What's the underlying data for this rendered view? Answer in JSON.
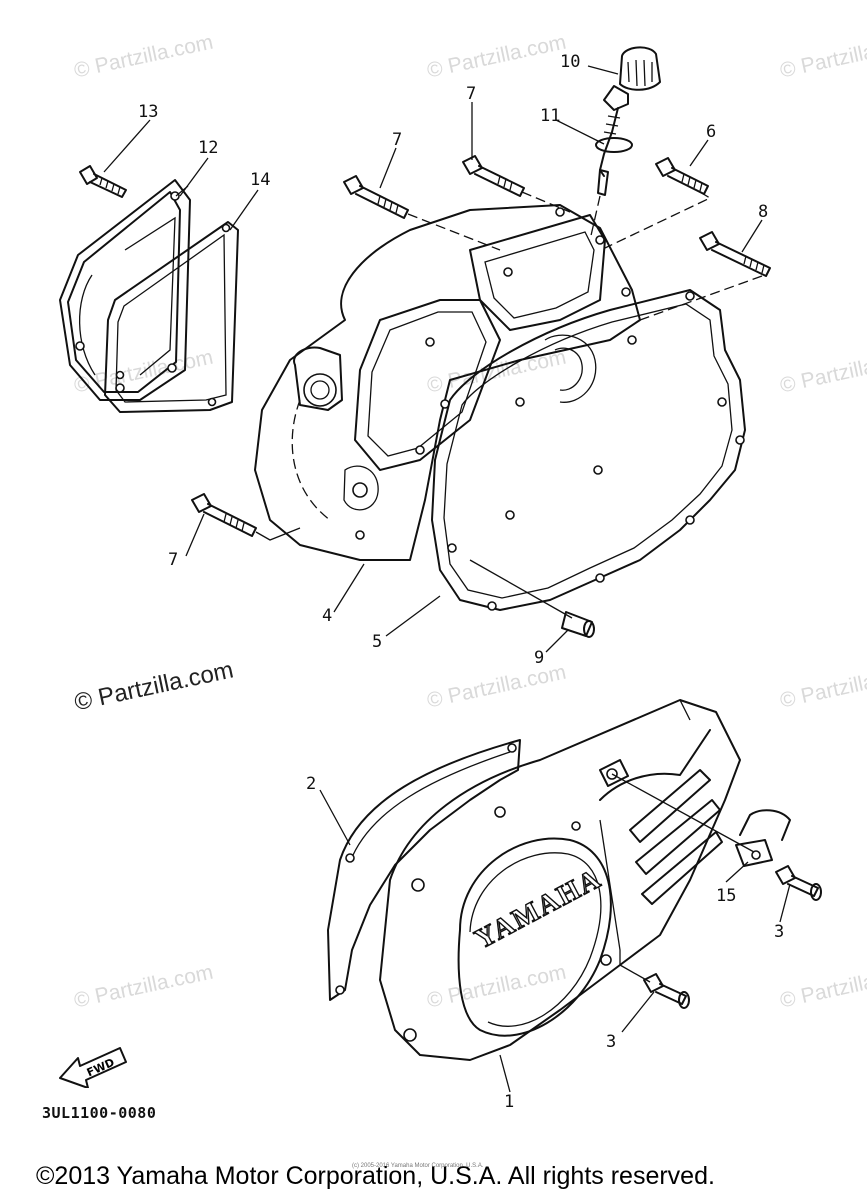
{
  "watermark": "© Partzilla.com",
  "watermark_featured": "© Partzilla.com",
  "diagram_code": "3UL1100-0080",
  "cover_logo": "YAMAHA",
  "fwd_label": "FWD",
  "small_credit": "(c) 2005-2016 Yamaha Motor Corporation, U.S.A.",
  "copyright": "©2013 Yamaha Motor Corporation, U.S.A. All rights reserved.",
  "callouts": {
    "c1": "1",
    "c2": "2",
    "c3a": "3",
    "c3b": "3",
    "c4": "4",
    "c5": "5",
    "c6": "6",
    "c7a": "7",
    "c7b": "7",
    "c7c": "7",
    "c8": "8",
    "c9": "9",
    "c10": "10",
    "c11": "11",
    "c12": "12",
    "c13": "13",
    "c14": "14",
    "c15": "15"
  }
}
